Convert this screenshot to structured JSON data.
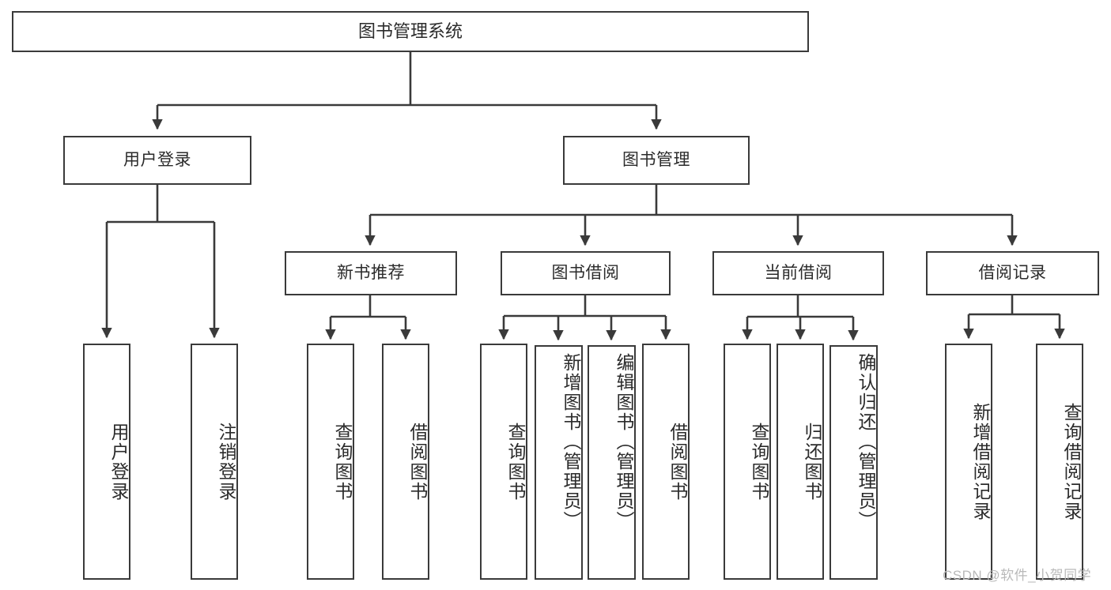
{
  "diagram": {
    "title": "图书管理系统",
    "type": "tree-hierarchy",
    "watermark": "CSDN @软件_小贺同学",
    "colors": {
      "background": "#ffffff",
      "box_border": "#3a3a3a",
      "box_fill": "#ffffff",
      "text": "#2b2b2b",
      "connector": "#3a3a3a",
      "watermark": "#b9b9b9"
    },
    "root": {
      "label": "图书管理系统"
    },
    "level2": [
      {
        "label": "用户登录"
      },
      {
        "label": "图书管理"
      }
    ],
    "level3": [
      {
        "label": "新书推荐"
      },
      {
        "label": "图书借阅"
      },
      {
        "label": "当前借阅"
      },
      {
        "label": "借阅记录"
      }
    ],
    "leaves": {
      "user_login": [
        {
          "label": "用户登录"
        },
        {
          "label": "注销登录"
        }
      ],
      "new_book_recommend": [
        {
          "label": "查询图书"
        },
        {
          "label": "借阅图书"
        }
      ],
      "book_borrow": [
        {
          "label": "查询图书"
        },
        {
          "label": "新增图书（管理员）"
        },
        {
          "label": "编辑图书（管理员）"
        },
        {
          "label": "借阅图书"
        }
      ],
      "current_borrow": [
        {
          "label": "查询图书"
        },
        {
          "label": "归还图书"
        },
        {
          "label": "确认归还（管理员）"
        }
      ],
      "borrow_records": [
        {
          "label": "新增借阅记录"
        },
        {
          "label": "查询借阅记录"
        }
      ]
    }
  }
}
